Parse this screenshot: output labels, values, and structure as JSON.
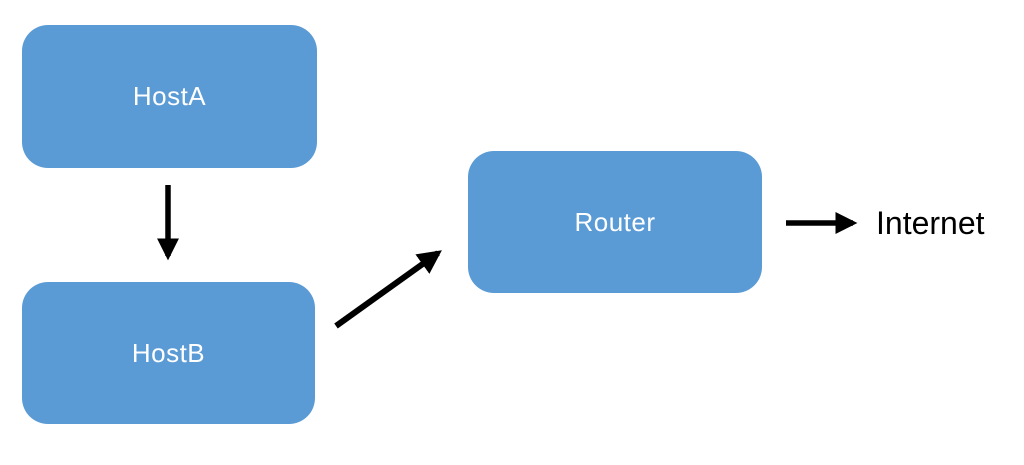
{
  "diagram": {
    "background_color": "#ffffff",
    "node_fill_color": "#5b9bd5",
    "node_text_color": "#ffffff",
    "arrow_color": "#000000",
    "external_text_color": "#000000",
    "nodes": {
      "hostA": {
        "label": "HostA"
      },
      "hostB": {
        "label": "HostB"
      },
      "router": {
        "label": "Router"
      }
    },
    "external": {
      "label": "Internet"
    },
    "edges": [
      {
        "from": "HostA",
        "to": "HostB",
        "direction": "down"
      },
      {
        "from": "HostB",
        "to": "Router",
        "direction": "up-right"
      },
      {
        "from": "Router",
        "to": "Internet",
        "direction": "right"
      }
    ]
  }
}
